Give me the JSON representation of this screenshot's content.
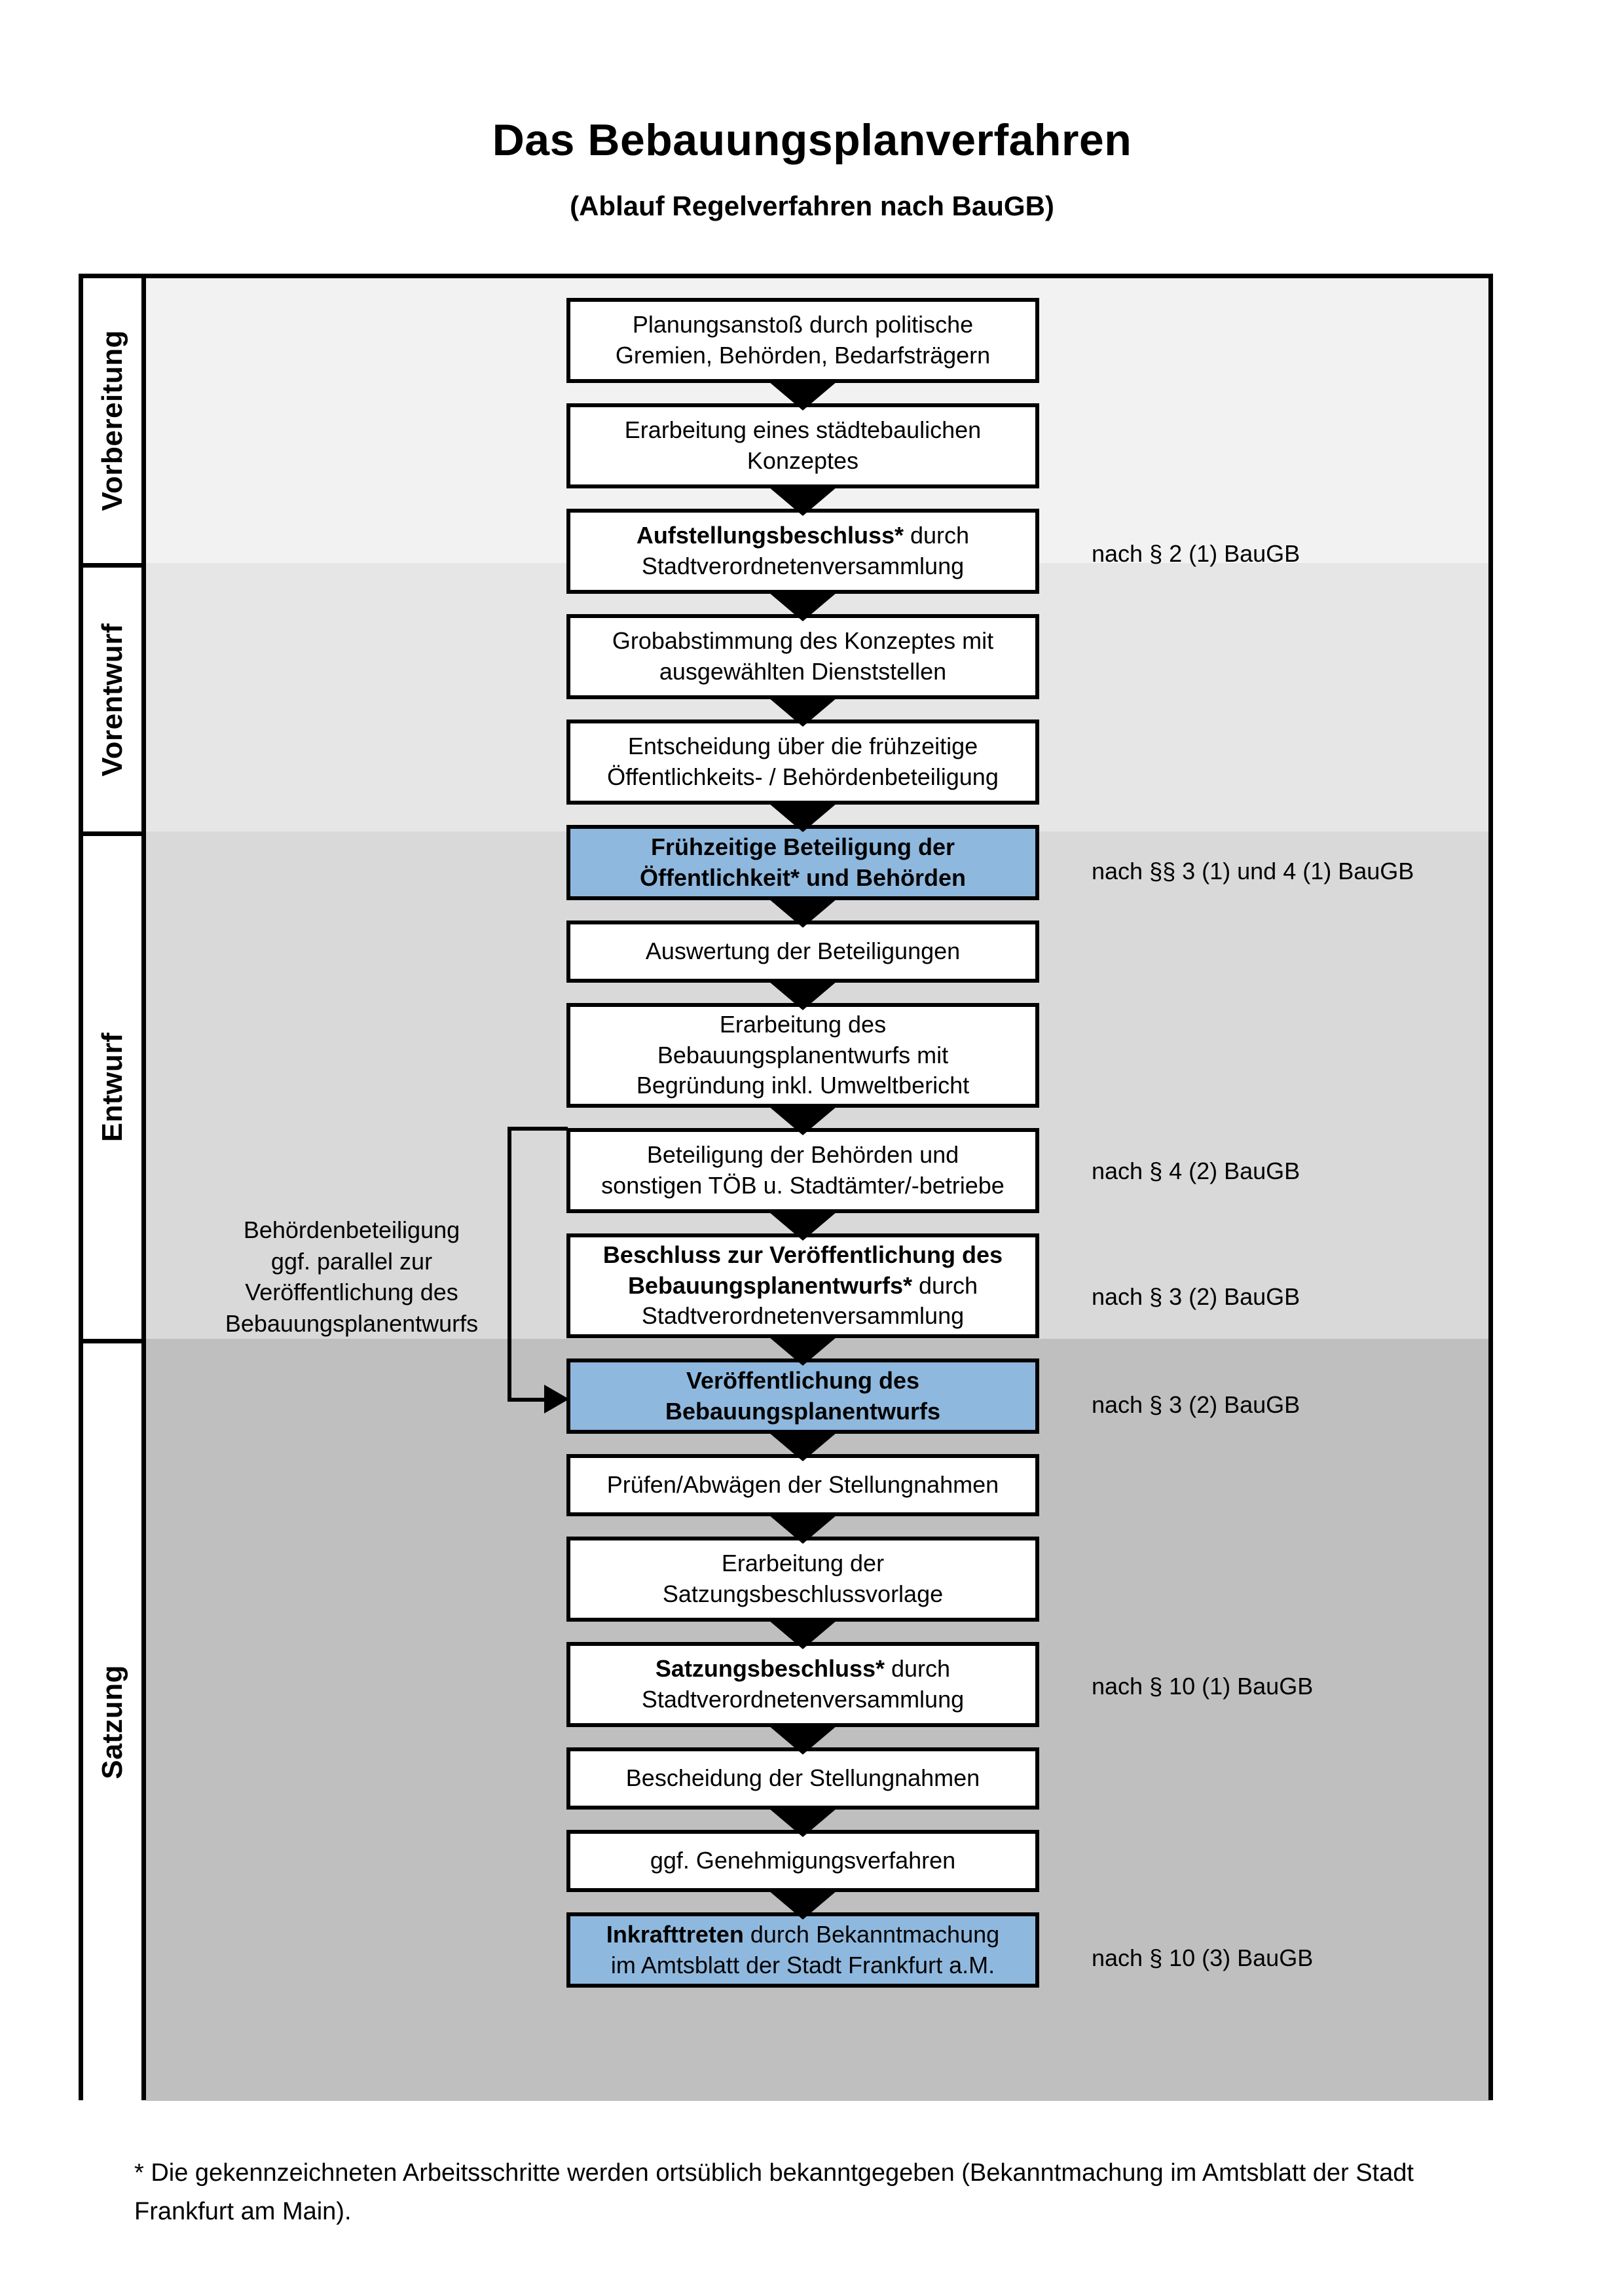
{
  "header": {
    "title": "Das Bebauungsplanverfahren",
    "subtitle": "(Ablauf Regelverfahren nach BauGB)"
  },
  "phases": [
    {
      "id": "vorbereitung",
      "label": "Vorbereitung",
      "background": "#F2F2F2"
    },
    {
      "id": "vorentwurf",
      "label": "Vorentwurf",
      "background": "#E6E6E6"
    },
    {
      "id": "entwurf",
      "label": "Entwurf",
      "background": "#D9D9D9"
    },
    {
      "id": "satzung",
      "label": "Satzung",
      "background": "#BFBFBF"
    }
  ],
  "nodes": [
    {
      "id": "n1",
      "phase": "vorbereitung",
      "lines": [
        "Planungsanstoß durch politische",
        "Gremien, Behörden, Bedarfsträgern"
      ],
      "bold": "",
      "highlight": false
    },
    {
      "id": "n2",
      "phase": "vorbereitung",
      "lines": [
        "Erarbeitung eines städtebaulichen",
        "Konzeptes"
      ],
      "bold": "",
      "highlight": false
    },
    {
      "id": "n3",
      "phase": "vorbereitung",
      "lines": [
        "Aufstellungsbeschluss* durch",
        "Stadtverordnetenversammlung"
      ],
      "bold": "Aufstellungsbeschluss*",
      "highlight": false
    },
    {
      "id": "n4",
      "phase": "vorentwurf",
      "lines": [
        "Grobabstimmung des Konzeptes mit",
        "ausgewählten Dienststellen"
      ],
      "bold": "",
      "highlight": false
    },
    {
      "id": "n5",
      "phase": "vorentwurf",
      "lines": [
        "Entscheidung über die frühzeitige",
        "Öffentlichkeits- / Behördenbeteiligung"
      ],
      "bold": "",
      "highlight": false
    },
    {
      "id": "n6",
      "phase": "vorentwurf",
      "lines": [
        "Frühzeitige Beteiligung der",
        "Öffentlichkeit* und Behörden"
      ],
      "bold": "all",
      "highlight": true
    },
    {
      "id": "n7",
      "phase": "entwurf",
      "lines": [
        "Auswertung der Beteiligungen"
      ],
      "bold": "",
      "highlight": false
    },
    {
      "id": "n8",
      "phase": "entwurf",
      "lines": [
        "Erarbeitung des",
        "Bebauungsplanentwurfs mit",
        "Begründung inkl. Umweltbericht"
      ],
      "bold": "",
      "highlight": false
    },
    {
      "id": "n9",
      "phase": "entwurf",
      "lines": [
        "Beteiligung der Behörden und",
        "sonstigen TÖB u. Stadtämter/-betriebe"
      ],
      "bold": "",
      "highlight": false
    },
    {
      "id": "n10",
      "phase": "entwurf",
      "lines": [
        "Beschluss zur Veröffentlichung des",
        "Bebauungsplanentwurfs* durch",
        "Stadtverordnetenversammlung"
      ],
      "bold": "Beschluss zur Veröffentlichung des Bebauungsplanentwurfs*",
      "highlight": false
    },
    {
      "id": "n11",
      "phase": "entwurf",
      "lines": [
        "Veröffentlichung des",
        "Bebauungsplanentwurfs"
      ],
      "bold": "all",
      "highlight": true
    },
    {
      "id": "n12",
      "phase": "satzung",
      "lines": [
        "Prüfen/Abwägen der Stellungnahmen"
      ],
      "bold": "",
      "highlight": false
    },
    {
      "id": "n13",
      "phase": "satzung",
      "lines": [
        "Erarbeitung der",
        "Satzungsbeschlussvorlage"
      ],
      "bold": "",
      "highlight": false
    },
    {
      "id": "n14",
      "phase": "satzung",
      "lines": [
        "Satzungsbeschluss* durch",
        "Stadtverordnetenversammlung"
      ],
      "bold": "Satzungsbeschluss*",
      "highlight": false
    },
    {
      "id": "n15",
      "phase": "satzung",
      "lines": [
        "Bescheidung der Stellungnahmen"
      ],
      "bold": "",
      "highlight": false
    },
    {
      "id": "n16",
      "phase": "satzung",
      "lines": [
        "ggf. Genehmigungsverfahren"
      ],
      "bold": "",
      "highlight": false
    },
    {
      "id": "n17",
      "phase": "satzung",
      "lines": [
        "Inkrafttreten durch Bekanntmachung",
        "im Amtsblatt der Stadt Frankfurt a.M."
      ],
      "bold": "Inkrafttreten",
      "highlight": true
    }
  ],
  "node_text": {
    "n1_l1": "Planungsanstoß durch politische",
    "n1_l2": "Gremien, Behörden, Bedarfsträgern",
    "n2_l1": "Erarbeitung eines städtebaulichen",
    "n2_l2": "Konzeptes",
    "n3_b": "Aufstellungsbeschluss*",
    "n3_r": " durch",
    "n3_l2": "Stadtverordnetenversammlung",
    "n4_l1": "Grobabstimmung des Konzeptes mit",
    "n4_l2": "ausgewählten Dienststellen",
    "n5_l1": "Entscheidung über die frühzeitige",
    "n5_l2": "Öffentlichkeits- / Behördenbeteiligung",
    "n6_l1": "Frühzeitige Beteiligung der",
    "n6_l2": "Öffentlichkeit* und Behörden",
    "n7_l1": "Auswertung der Beteiligungen",
    "n8_l1": "Erarbeitung des",
    "n8_l2": "Bebauungsplanentwurfs mit",
    "n8_l3": "Begründung inkl. Umweltbericht",
    "n9_l1": "Beteiligung der Behörden und",
    "n9_l2": "sonstigen TÖB u. Stadtämter/-betriebe",
    "n10_b1": "Beschluss zur Veröffentlichung des",
    "n10_b2": "Bebauungsplanentwurfs*",
    "n10_r": " durch",
    "n10_l3": "Stadtverordnetenversammlung",
    "n11_l1": "Veröffentlichung des",
    "n11_l2": "Bebauungsplanentwurfs",
    "n12_l1": "Prüfen/Abwägen der Stellungnahmen",
    "n13_l1": "Erarbeitung der",
    "n13_l2": "Satzungsbeschlussvorlage",
    "n14_b": "Satzungsbeschluss*",
    "n14_r": " durch",
    "n14_l2": "Stadtverordnetenversammlung",
    "n15_l1": "Bescheidung der Stellungnahmen",
    "n16_l1": "ggf. Genehmigungsverfahren",
    "n17_b": "Inkrafttreten",
    "n17_r": " durch Bekanntmachung",
    "n17_l2": "im Amtsblatt der Stadt Frankfurt a.M."
  },
  "references": [
    {
      "id": "r1",
      "text": "nach § 2 (1) BauGB",
      "for": "n3"
    },
    {
      "id": "r2",
      "text": "nach §§ 3 (1) und 4 (1) BauGB",
      "for": "n6"
    },
    {
      "id": "r3",
      "text": "nach § 4 (2) BauGB",
      "for": "n9"
    },
    {
      "id": "r4",
      "text": "nach § 3 (2) BauGB",
      "for": "n10"
    },
    {
      "id": "r5",
      "text": "nach § 3 (2) BauGB",
      "for": "n11"
    },
    {
      "id": "r6",
      "text": "nach § 10 (1) BauGB",
      "for": "n14"
    },
    {
      "id": "r7",
      "text": "nach § 10 (3) BauGB",
      "for": "n17"
    }
  ],
  "side_note": {
    "lines": [
      "Behördenbeteiligung",
      "ggf. parallel zur",
      "Veröffentlichung des",
      "Bebauungsplanentwurfs"
    ],
    "l1": "Behördenbeteiligung",
    "l2": "ggf. parallel zur",
    "l3": "Veröffentlichung des",
    "l4": "Bebauungsplanentwurfs"
  },
  "footnote": {
    "text": "* Die gekennzeichneten Arbeitsschritte werden ortsüblich bekanntgegeben (Bekanntmachung im Amtsblatt  der Stadt Frankfurt am Main)."
  },
  "colors": {
    "highlight_box": "#8FB8DE",
    "border": "#000000",
    "page_background": "#FFFFFF"
  }
}
